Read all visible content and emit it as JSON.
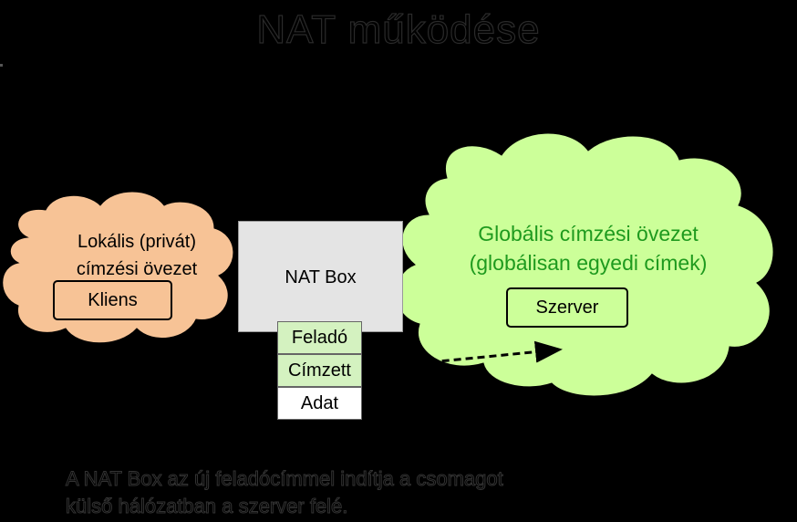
{
  "title": "NAT működése",
  "local_zone": {
    "line1": "Lokális (privát)",
    "line2": "címzési övezet",
    "client_label": "Kliens"
  },
  "global_zone": {
    "line1": "Globális címzési övezet",
    "line2": "(globálisan egyedi címek)",
    "server_label": "Szerver"
  },
  "nat_box": {
    "label": "NAT Box"
  },
  "packet": {
    "sender": "Feladó",
    "recipient": "Címzett",
    "data": "Adat"
  },
  "footer": {
    "line1": "A NAT Box az új feladócímmel indítja a csomagot",
    "line2": "külső hálózatban a szerver felé."
  },
  "colors": {
    "background": "#000000",
    "local_cloud": "#f7c396",
    "global_cloud": "#ccff99",
    "global_text": "#1e9a1e",
    "nat_box": "#e4e4e4",
    "packet_header": "#d4f2c0"
  }
}
